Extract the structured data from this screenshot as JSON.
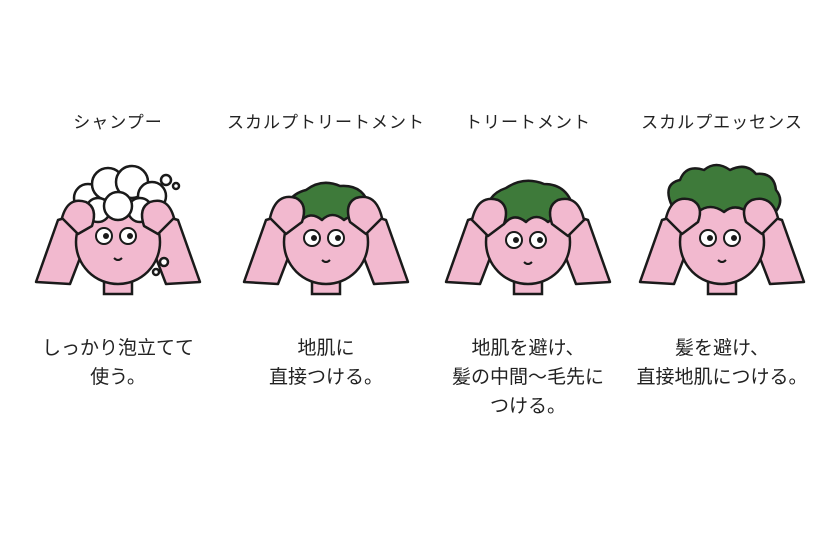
{
  "colors": {
    "skin": "#F2B9CF",
    "hair": "#3E7A3A",
    "foam": "#FFFFFF",
    "outline": "#1A1A1A"
  },
  "steps": [
    {
      "title": "シャンプー",
      "illustration": "shampoo-foam-icon",
      "desc": [
        "しっかり泡立てて",
        "使う。"
      ]
    },
    {
      "title": "スカルプトリートメント",
      "illustration": "scalp-treatment-icon",
      "desc": [
        "地肌に",
        "直接つける。"
      ]
    },
    {
      "title": "トリートメント",
      "illustration": "hair-treatment-icon",
      "desc": [
        "地肌を避け、",
        "髪の中間〜毛先に",
        "つける。"
      ]
    },
    {
      "title": "スカルプエッセンス",
      "illustration": "scalp-essence-icon",
      "desc": [
        "髪を避け、",
        "直接地肌につける。"
      ]
    }
  ]
}
